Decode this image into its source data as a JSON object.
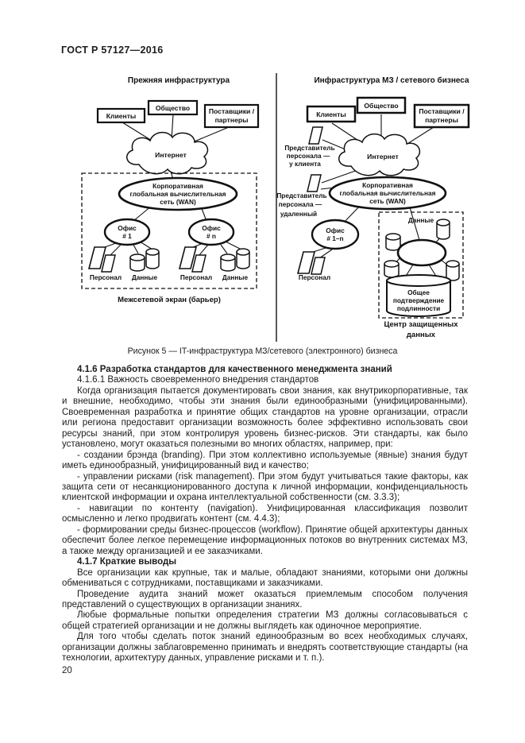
{
  "page": {
    "header": "ГОСТ Р 57127—2016",
    "number": "20"
  },
  "figure": {
    "caption": "Рисунок 5 — IT-инфраструктура МЗ/сетевого (электронного) бизнеса",
    "left": {
      "title": "Прежняя инфраструктура",
      "box_clients": "Клиенты",
      "box_society": "Общество",
      "box_suppliers_1": "Поставщики /",
      "box_suppliers_2": "партнеры",
      "cloud": "Интернет",
      "wan_1": "Корпоративная",
      "wan_2": "глобальная вычислительная",
      "wan_3": "сеть (WAN)",
      "office1_1": "Офис",
      "office1_2": "# 1",
      "officen_1": "Офис",
      "officen_2": "# n",
      "personnel": "Персонал",
      "data": "Данные",
      "firewall": "Межсетевой экран (барьер)"
    },
    "right": {
      "title": "Инфраструктура МЗ / сетевого бизнеса",
      "box_clients": "Клиенты",
      "box_society": "Общество",
      "box_suppliers_1": "Поставщики /",
      "box_suppliers_2": "партнеры",
      "cloud": "Интернет",
      "rep_client_1": "Представитель",
      "rep_client_2": "персонала —",
      "rep_client_3": "у клиента",
      "rep_remote_1": "Представитель",
      "rep_remote_2": "персонала —",
      "rep_remote_3": "удаленный",
      "wan_1": "Корпоративная",
      "wan_2": "глобальная вычислительная",
      "wan_3": "сеть (WAN)",
      "office_1": "Офис",
      "office_2": "# 1–n",
      "personnel": "Персонал",
      "data_label": "Данные",
      "auth_1": "Общее",
      "auth_2": "подтверждение",
      "auth_3": "подлинности",
      "datacenter_1": "Центр защищенных",
      "datacenter_2": "данных"
    }
  },
  "content": {
    "h416": "4.1.6 Разработка стандартов для качественного менеджмента знаний",
    "h4161": "4.1.6.1 Важность своевременного внедрения стандартов",
    "p1": "Когда организация пытается документировать свои знания, как внутрикорпоративные, так и внешние, необходимо, чтобы эти знания были единообразными (унифицированными). Своевременная разработка и принятие общих стандартов на уровне организации, отрасли или региона предоставит организации возможность более эффективно использовать свои ресурсы знаний, при этом контролируя уровень бизнес-рисков. Эти стандарты, как было установлено, могут оказаться полезными во многих областях, например, при:",
    "b1": "- создании брэнда (branding). При этом коллективно используемые (явные) знания будут иметь единообразный, унифицированный вид и качество;",
    "b2": "- управлении рисками (risk management). При этом будут учитываться такие факторы, как защита сети от несанкционированного доступа к личной информации, конфиденциальность клиентской информации и охрана интеллектуальной собственности (см. 3.3.3);",
    "b3": "- навигации по контенту (navigation). Унифицированная классификация позволит осмысленно и легко продвигать контент (см. 4.4.3);",
    "b4": "- формировании среды бизнес-процессов (workflow). Принятие общей архитектуры данных обеспечит более легкое перемещение информационных потоков во внутренних системах МЗ, а также между организацией и ее заказчиками.",
    "h417": "4.1.7 Краткие выводы",
    "p2": "Все организации как крупные, так и малые, обладают знаниями, которыми они должны обмениваться с сотрудниками, поставщиками и заказчиками.",
    "p3": "Проведение аудита знаний может оказаться приемлемым способом получения представлений о существующих в организации знаниях.",
    "p4": "Любые формальные попытки определения стратегии МЗ должны согласовываться с общей стратегией организации и не должны выглядеть как одиночное мероприятие.",
    "p5": "Для того чтобы сделать поток знаний единообразным во всех необходимых случаях, организации должны заблаговременно принимать и внедрять соответствующие стандарты (на технологии, архитектуру данных, управление рисками и т. п.)."
  }
}
